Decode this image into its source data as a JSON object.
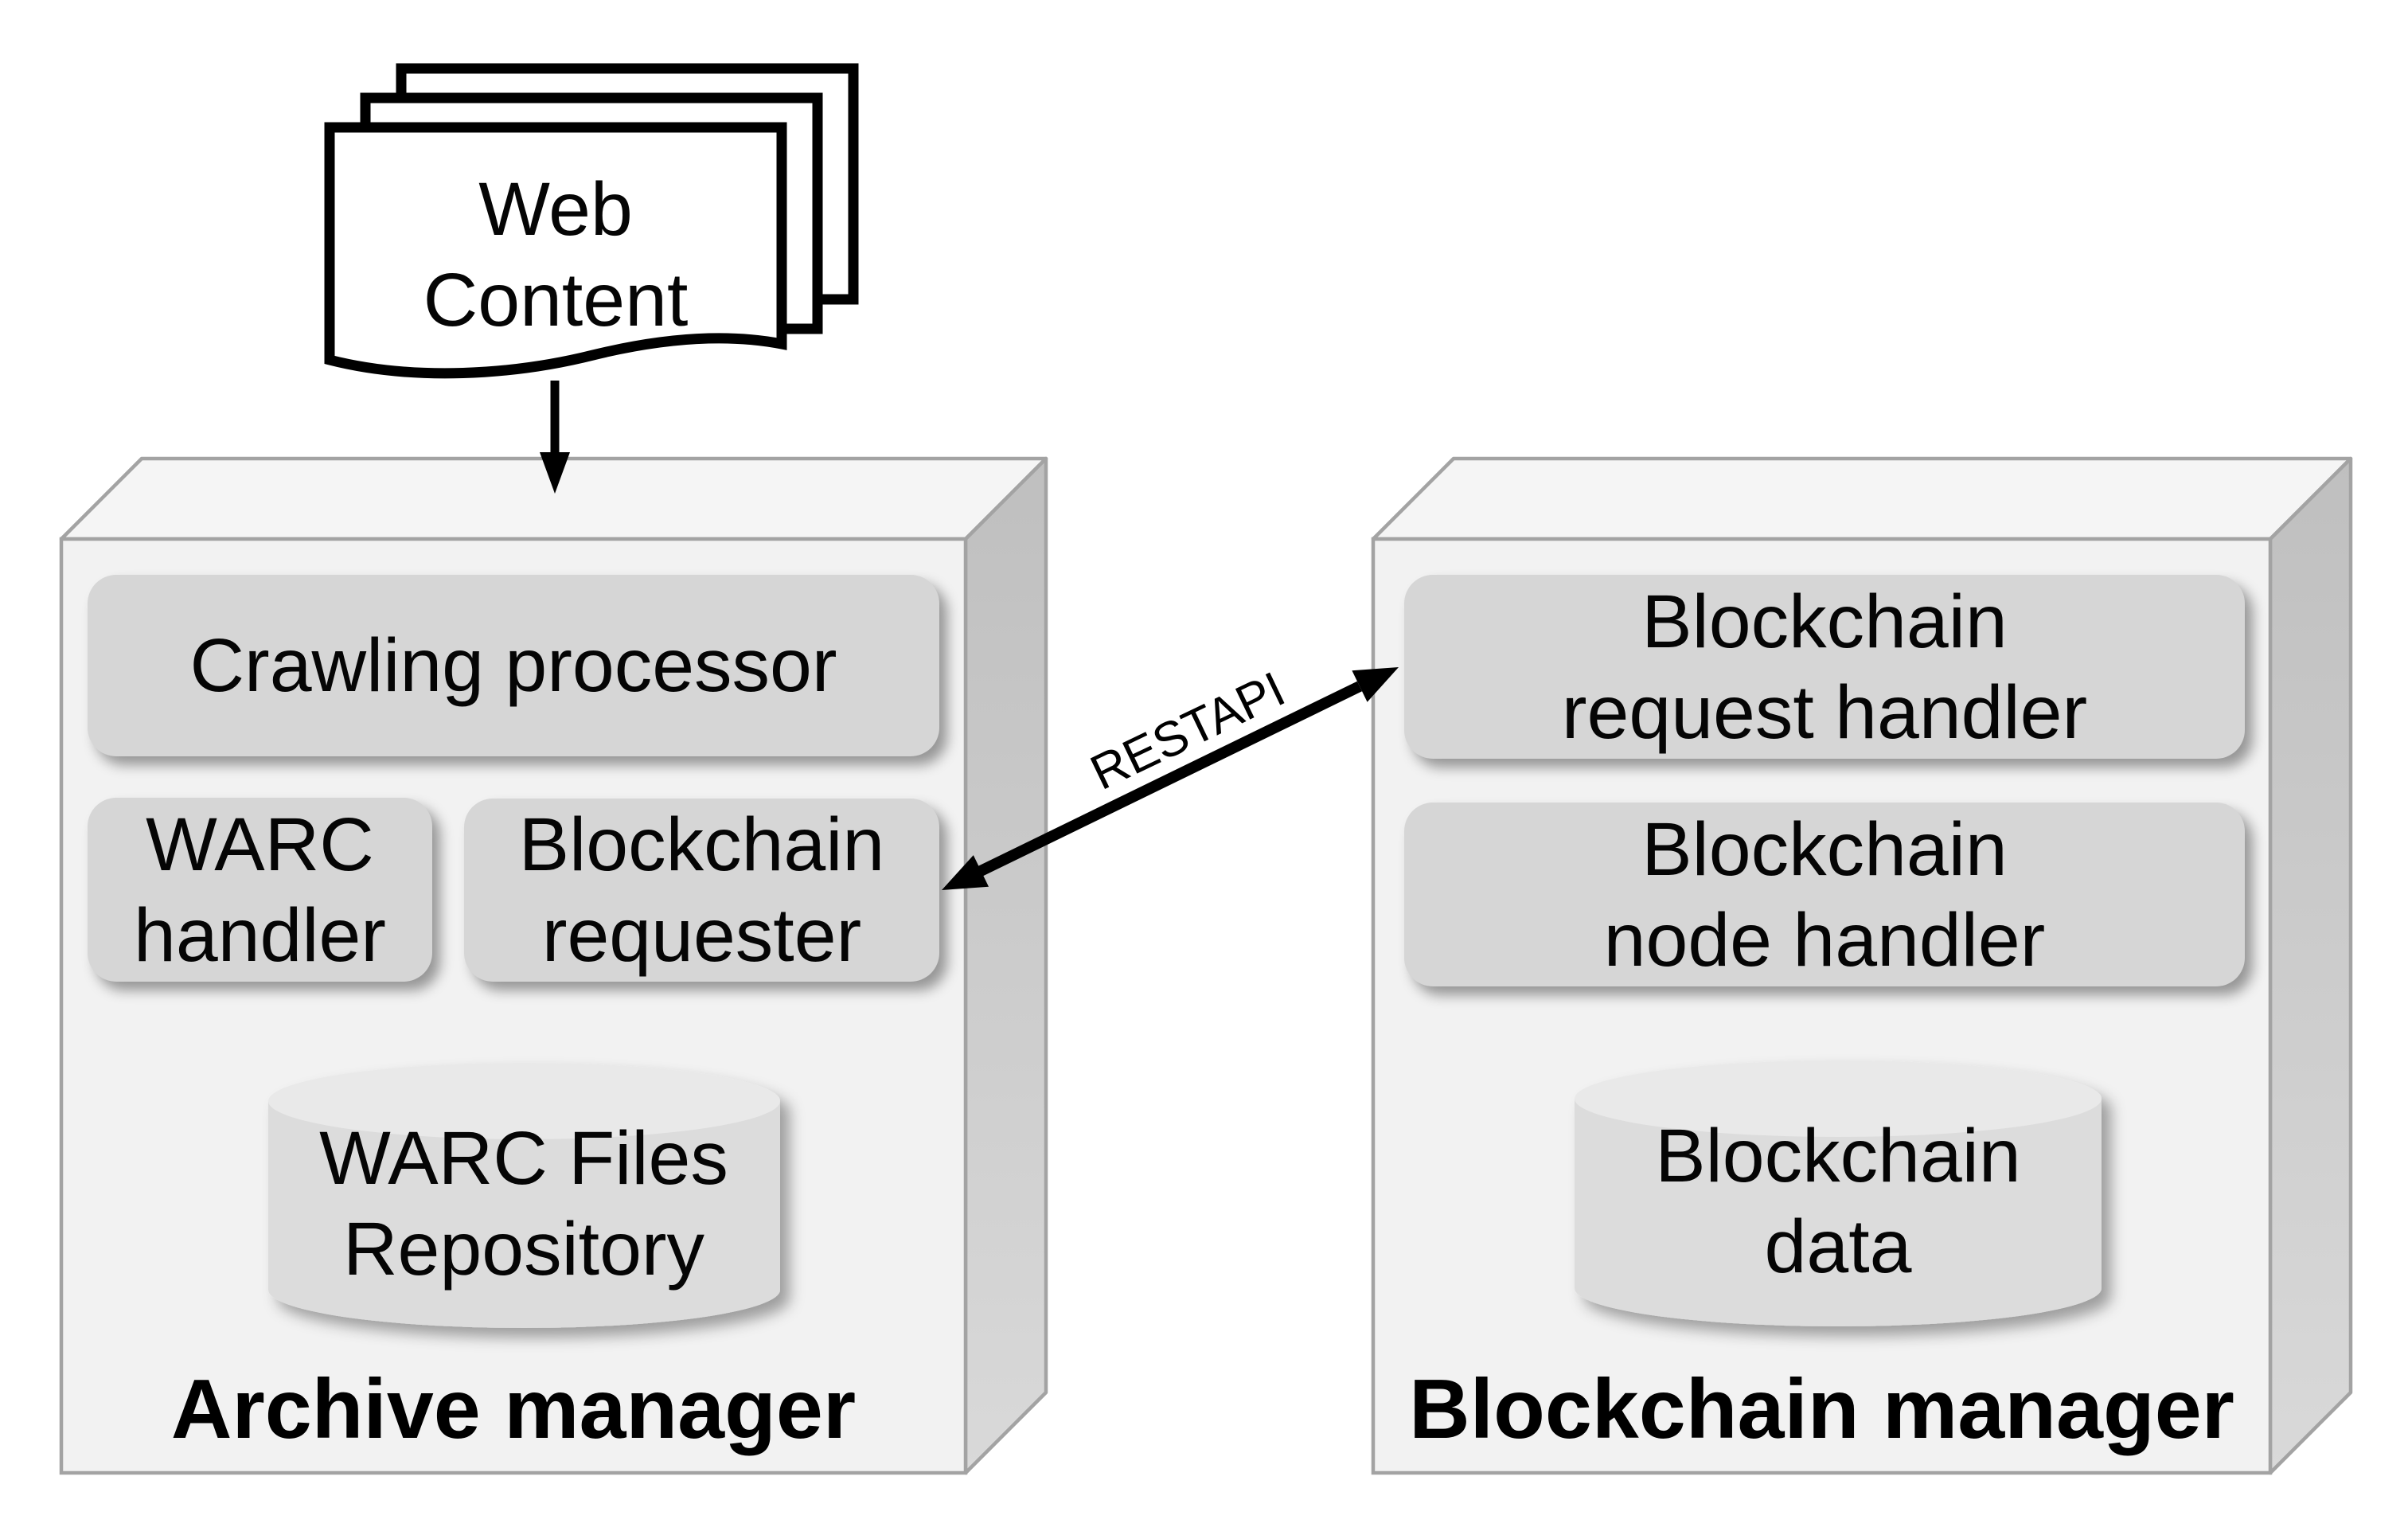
{
  "colors": {
    "background": "#ffffff",
    "box_front_face": "#f2f2f2",
    "box_top_face": "#f5f5f5",
    "box_side_face_top": "#bfbfbf",
    "box_side_face_bottom": "#d9d9d9",
    "box_stroke": "#a3a3a3",
    "component_fill": "#d6d6d6",
    "cylinder_body": "#dcdcdc",
    "cylinder_top": "#e9e9e9",
    "document_fill": "#ffffff",
    "line_and_text": "#000000"
  },
  "nodes": {
    "web_content": {
      "type": "document-stack",
      "lines": [
        "Web",
        "Content"
      ]
    },
    "archive_manager": {
      "type": "container-3d",
      "label": "Archive manager",
      "components": {
        "crawling_processor": {
          "type": "process",
          "label": "Crawling processor"
        },
        "warc_handler": {
          "type": "process",
          "lines": [
            "WARC",
            "handler"
          ]
        },
        "blockchain_requester": {
          "type": "process",
          "lines": [
            "Blockchain",
            "requester"
          ]
        },
        "warc_files_repository": {
          "type": "datastore",
          "lines": [
            "WARC Files",
            "Repository"
          ]
        }
      }
    },
    "blockchain_manager": {
      "type": "container-3d",
      "label": "Blockchain manager",
      "components": {
        "blockchain_request_handler": {
          "type": "process",
          "lines": [
            "Blockchain",
            "request handler"
          ]
        },
        "blockchain_node_handler": {
          "type": "process",
          "lines": [
            "Blockchain",
            "node handler"
          ]
        },
        "blockchain_data": {
          "type": "datastore",
          "lines": [
            "Blockchain",
            "data"
          ]
        }
      }
    }
  },
  "edges": {
    "web_content_to_archive_manager": {
      "type": "arrow-down",
      "from": "web_content",
      "to": "archive_manager",
      "label": ""
    },
    "rest_api": {
      "type": "double-arrow",
      "from": "blockchain_requester",
      "to": "blockchain_request_handler",
      "label": "RESTAPI"
    }
  }
}
